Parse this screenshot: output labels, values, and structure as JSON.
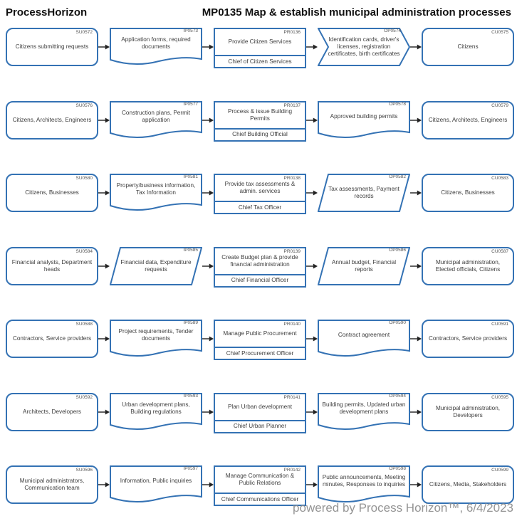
{
  "header": {
    "brand": "ProcessHorizon",
    "title": "MP0135 Map & establish municipal administration processes"
  },
  "footer": {
    "text": "powered by Process Horizon™, 6/4/2023"
  },
  "colors": {
    "shape_border": "#3472b4",
    "shape_text": "#3d3d3d",
    "code_text": "#555555",
    "arrow": "#222222",
    "footer_text": "#949494"
  },
  "rows": [
    {
      "supplier": {
        "code": "SU0572",
        "text": "Citizens submitting requests",
        "shape": "rounded-rectangle"
      },
      "input": {
        "code": "IP0573",
        "text": "Application forms, required documents",
        "shape": "document"
      },
      "process": {
        "code": "PR0136",
        "name": "Provide Citizen Services",
        "owner": "Chief of Citizen Services",
        "shape": "process-box"
      },
      "output": {
        "code": "OP0574",
        "text": "Identification cards, driver's licenses, registration certificates, birth certificates",
        "shape": "chevron"
      },
      "customer": {
        "code": "CU0575",
        "text": "Citizens",
        "shape": "rounded-rectangle"
      }
    },
    {
      "supplier": {
        "code": "SU0576",
        "text": "Citizens, Architects, Engineers",
        "shape": "rounded-rectangle"
      },
      "input": {
        "code": "IP0577",
        "text": "Construction plans, Permit application",
        "shape": "document"
      },
      "process": {
        "code": "PR0137",
        "name": "Process & issue Building Permits",
        "owner": "Chief Building Official",
        "shape": "process-box"
      },
      "output": {
        "code": "OP0578",
        "text": "Approved building permits",
        "shape": "document"
      },
      "customer": {
        "code": "CU0579",
        "text": "Citizens, Architects, Engineers",
        "shape": "rounded-rectangle"
      }
    },
    {
      "supplier": {
        "code": "SU0580",
        "text": "Citizens, Businesses",
        "shape": "rounded-rectangle"
      },
      "input": {
        "code": "IP0581",
        "text": "Property/business information, Tax Information",
        "shape": "document"
      },
      "process": {
        "code": "PR0138",
        "name": "Provide tax assessments & admin. services",
        "owner": "Chief Tax Officer",
        "shape": "process-box"
      },
      "output": {
        "code": "OP0582",
        "text": "Tax assessments, Payment records",
        "shape": "parallelogram"
      },
      "customer": {
        "code": "CU0583",
        "text": "Citizens, Businesses",
        "shape": "rounded-rectangle"
      }
    },
    {
      "supplier": {
        "code": "SU0584",
        "text": "Financial analysts, Department heads",
        "shape": "rounded-rectangle"
      },
      "input": {
        "code": "IP0585",
        "text": "Financial data, Expenditure requests",
        "shape": "parallelogram"
      },
      "process": {
        "code": "PR0139",
        "name": "Create Budget plan & provide financial administration",
        "owner": "Chief Financial Officer",
        "shape": "process-box"
      },
      "output": {
        "code": "OP0586",
        "text": "Annual budget, Financial reports",
        "shape": "parallelogram"
      },
      "customer": {
        "code": "CU0587",
        "text": "Municipal administration, Elected officials, Citizens",
        "shape": "rounded-rectangle"
      }
    },
    {
      "supplier": {
        "code": "SU0588",
        "text": "Contractors, Service providers",
        "shape": "rounded-rectangle"
      },
      "input": {
        "code": "IP0589",
        "text": "Project requirements, Tender documents",
        "shape": "document"
      },
      "process": {
        "code": "PR0140",
        "name": "Manage Public Procurement",
        "owner": "Chief Procurement Officer",
        "shape": "process-box"
      },
      "output": {
        "code": "OP0590",
        "text": "Contract agreement",
        "shape": "document"
      },
      "customer": {
        "code": "CU0591",
        "text": "Contractors, Service providers",
        "shape": "rounded-rectangle"
      }
    },
    {
      "supplier": {
        "code": "SU0592",
        "text": "Architects, Developers",
        "shape": "rounded-rectangle"
      },
      "input": {
        "code": "IP0593",
        "text": "Urban development plans, Building regulations",
        "shape": "document"
      },
      "process": {
        "code": "PR0141",
        "name": "Plan Urban development",
        "owner": "Chief Urban Planner",
        "shape": "process-box"
      },
      "output": {
        "code": "OP0594",
        "text": "Building permits, Updated urban development plans",
        "shape": "document"
      },
      "customer": {
        "code": "CU0595",
        "text": "Municipal administration, Developers",
        "shape": "rounded-rectangle"
      }
    },
    {
      "supplier": {
        "code": "SU0596",
        "text": "Municipal administrators, Communication team",
        "shape": "rounded-rectangle"
      },
      "input": {
        "code": "IP0597",
        "text": "Information, Public inquiries",
        "shape": "document"
      },
      "process": {
        "code": "PR0142",
        "name": "Manage Communication & Public Relations",
        "owner": "Chief Communications Officer",
        "shape": "process-box"
      },
      "output": {
        "code": "OP0598",
        "text": "Public announcements, Meeting minutes, Responses to inquiries",
        "shape": "document"
      },
      "customer": {
        "code": "CU0599",
        "text": "Citizens, Media, Stakeholders",
        "shape": "rounded-rectangle"
      }
    }
  ]
}
